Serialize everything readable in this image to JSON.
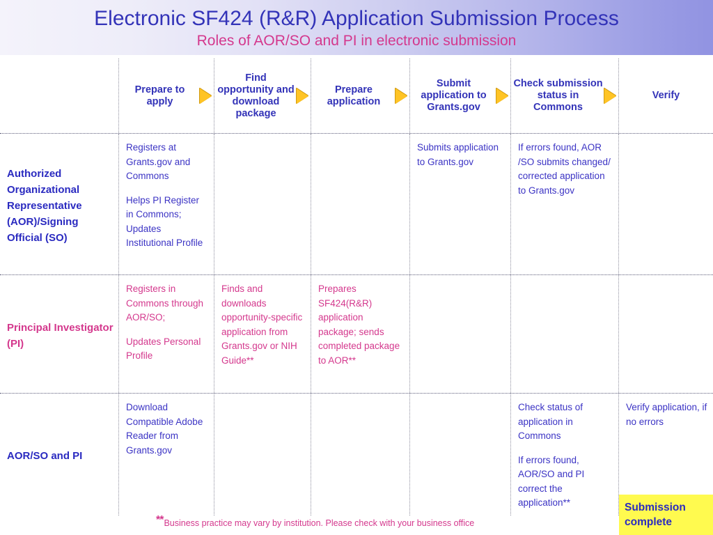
{
  "banner": {
    "title": "Electronic SF424 (R&R) Application Submission Process",
    "subtitle": "Roles of AOR/SO and PI in electronic submission",
    "title_color": "#3333b8",
    "subtitle_color": "#d4388d"
  },
  "steps": [
    {
      "label": "Prepare to apply"
    },
    {
      "label": "Find opportunity and download package"
    },
    {
      "label": "Prepare application"
    },
    {
      "label": "Submit application to Grants.gov"
    },
    {
      "label": "Check submission status in Commons"
    },
    {
      "label": "Verify"
    }
  ],
  "arrow_icon": "triangle-right-icon",
  "arrow_color": "#ffc425",
  "rows": [
    {
      "label": "Authorized Organizational Representative (AOR)/Signing Official (SO)",
      "label_color": "#2a2ac0",
      "text_color": "#3b33c4",
      "cells": [
        {
          "paragraphs": [
            "Registers at Grants.gov and Commons",
            "Helps PI Register in Commons; Updates Institutional Profile"
          ]
        },
        {
          "paragraphs": []
        },
        {
          "paragraphs": []
        },
        {
          "paragraphs": [
            "Submits application to Grants.gov"
          ]
        },
        {
          "paragraphs": [
            "If errors found, AOR /SO submits changed/ corrected application to Grants.gov"
          ]
        },
        {
          "paragraphs": []
        }
      ]
    },
    {
      "label": "Principal Investigator (PI)",
      "label_color": "#d4388d",
      "text_color": "#d4388d",
      "cells": [
        {
          "paragraphs": [
            "Registers in Commons through AOR/SO;",
            "Updates Personal Profile"
          ]
        },
        {
          "paragraphs": [
            "Finds and downloads opportunity-specific application from Grants.gov or NIH Guide**"
          ]
        },
        {
          "paragraphs": [
            "Prepares SF424(R&R) application package; sends completed package to AOR**"
          ]
        },
        {
          "paragraphs": []
        },
        {
          "paragraphs": []
        },
        {
          "paragraphs": []
        }
      ]
    },
    {
      "label": "AOR/SO and PI",
      "label_color": "#2a2ac0",
      "text_color": "#3b33c4",
      "cells": [
        {
          "paragraphs": [
            "Download Compatible Adobe Reader from Grants.gov"
          ]
        },
        {
          "paragraphs": []
        },
        {
          "paragraphs": []
        },
        {
          "paragraphs": []
        },
        {
          "paragraphs": [
            "Check status of application in Commons",
            "If errors found, AOR/SO and PI correct the application**"
          ]
        },
        {
          "paragraphs": [
            "Verify application, if no errors"
          ]
        }
      ]
    }
  ],
  "submission_complete": {
    "text": "Submission complete",
    "background": "#fffa4f",
    "color": "#2a2ac0"
  },
  "footnote": {
    "stars": "**",
    "text": "Business practice may vary by institution. Please check with your business office",
    "color": "#d4388d"
  }
}
